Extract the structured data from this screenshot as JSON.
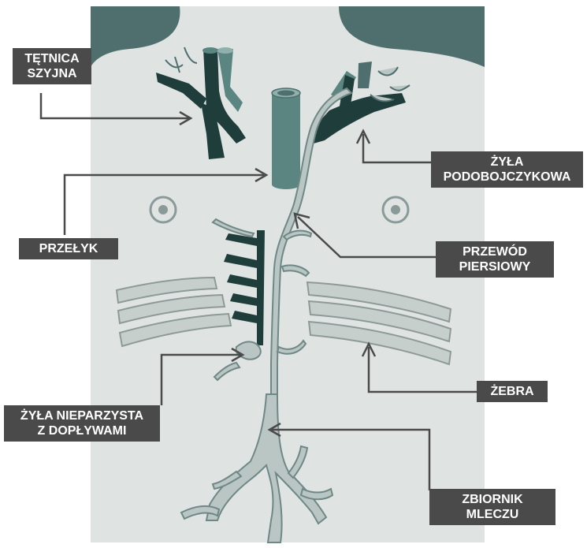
{
  "colors": {
    "background": "#dfe4e3",
    "shoulders": "#4f6f6e",
    "vessel_dark": "#1f3d3a",
    "vessel_mid": "#5a8580",
    "duct_light": "#b9c6c3",
    "label_bg": "#4a4a4a",
    "arrow": "#4a4a4a"
  },
  "labels": {
    "carotid": {
      "line1": "TĘTNICA",
      "line2": "SZYJNA"
    },
    "subclavian": {
      "line1": "ŻYŁA",
      "line2": "PODOBOJCZYKOWA"
    },
    "esophagus": {
      "line1": "PRZEŁYK"
    },
    "thoracic_duct": {
      "line1": "PRZEWÓD",
      "line2": "PIERSIOWY"
    },
    "ribs": {
      "line1": "ŻEBRA"
    },
    "azygos": {
      "line1": "ŻYŁA NIEPARZYSTA",
      "line2": "Z DOPŁYWAMI"
    },
    "cisterna": {
      "line1": "ZBIORNIK",
      "line2": "MLECZU"
    }
  }
}
